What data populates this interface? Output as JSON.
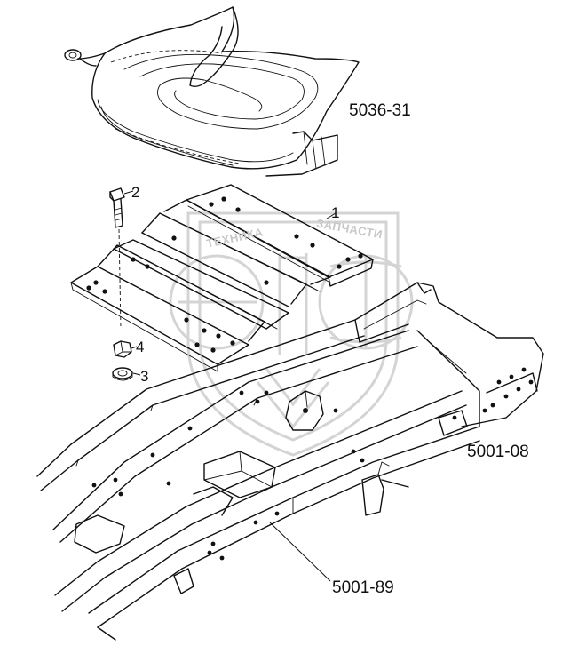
{
  "diagram": {
    "callouts": [
      {
        "id": "fifth-wheel",
        "text": "5036-31"
      },
      {
        "id": "item-1",
        "text": "1"
      },
      {
        "id": "item-2",
        "text": "2"
      },
      {
        "id": "item-3",
        "text": "3"
      },
      {
        "id": "item-4",
        "text": "4"
      },
      {
        "id": "frame",
        "text": "5001-08"
      },
      {
        "id": "frame-rail",
        "text": "5001-89"
      }
    ]
  },
  "watermark": {
    "left_text": "ТЕХНИКА",
    "right_text": "ЗАПЧАСТИ",
    "logo_text": "ЭПФ",
    "color": "#d4d4d4"
  },
  "colors": {
    "ink": "#111111",
    "background": "#ffffff"
  }
}
